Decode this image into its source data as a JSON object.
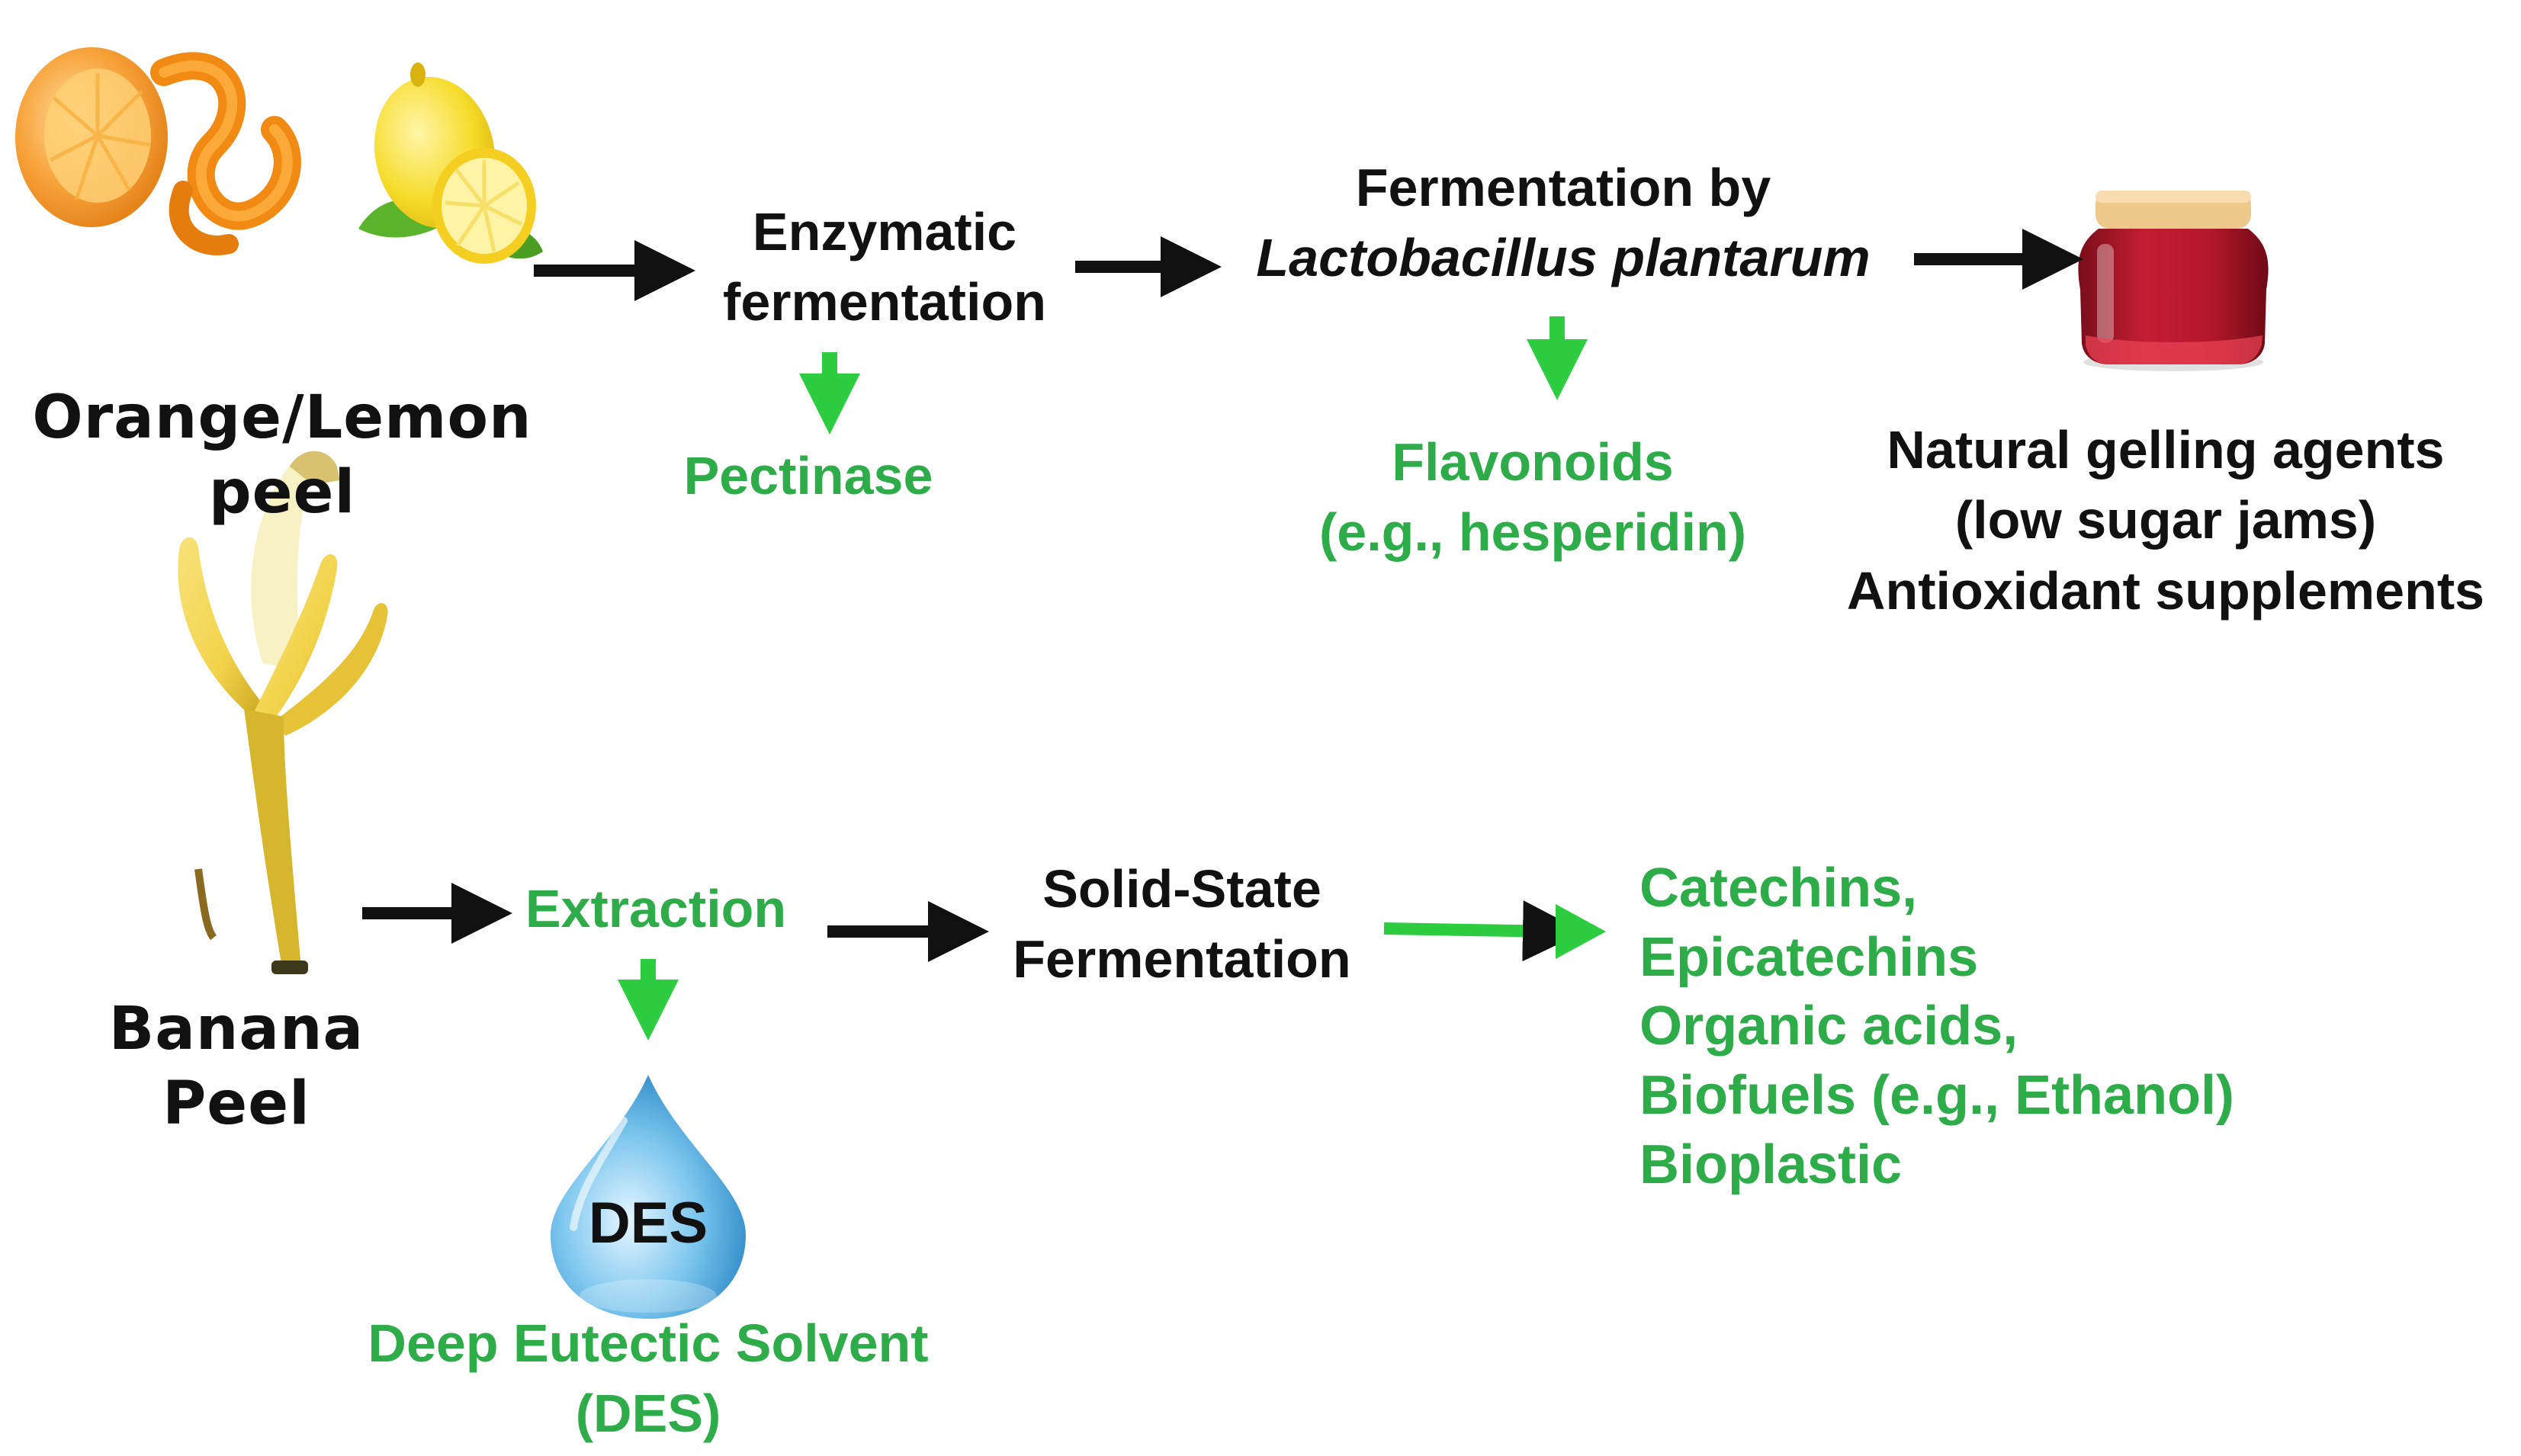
{
  "colors": {
    "black": "#111111",
    "green": "#2eac4a",
    "arrow_green": "#2ecc40",
    "orange": "#f3901a",
    "lemon": "#f6dc2a",
    "leaf": "#5ab32a",
    "jam": "#b3172b",
    "lid": "#efc98c",
    "banana": "#f2d34b",
    "des_blue": "#3aa0d8"
  },
  "icons": {
    "orange": "orange-peel-icon",
    "lemon": "lemon-icon",
    "jam": "jam-jar-icon",
    "banana": "banana-icon",
    "droplet": "des-droplet-icon"
  },
  "citrus": {
    "source_lines": [
      "Orange/Lemon",
      "peel"
    ],
    "step1_lines": [
      "Enzymatic",
      "fermentation"
    ],
    "step1_product": "Pectinase",
    "step2_line1": "Fermentation by",
    "step2_line2": "Lactobacillus plantarum",
    "step2_product_lines": [
      "Flavonoids",
      "(e.g., hesperidin)"
    ],
    "output_lines": [
      "Natural gelling agents",
      "(low sugar jams)",
      "Antioxidant supplements"
    ]
  },
  "banana": {
    "source_lines": [
      "Banana",
      "Peel"
    ],
    "step1": "Extraction",
    "des_badge": "DES",
    "des_lines": [
      "Deep Eutectic Solvent",
      "(DES)"
    ],
    "step2_lines": [
      "Solid-State",
      "Fermentation"
    ],
    "products": [
      "Catechins,",
      "Epicatechins",
      "Organic acids,",
      "Biofuels (e.g., Ethanol)",
      "Bioplastic"
    ]
  }
}
